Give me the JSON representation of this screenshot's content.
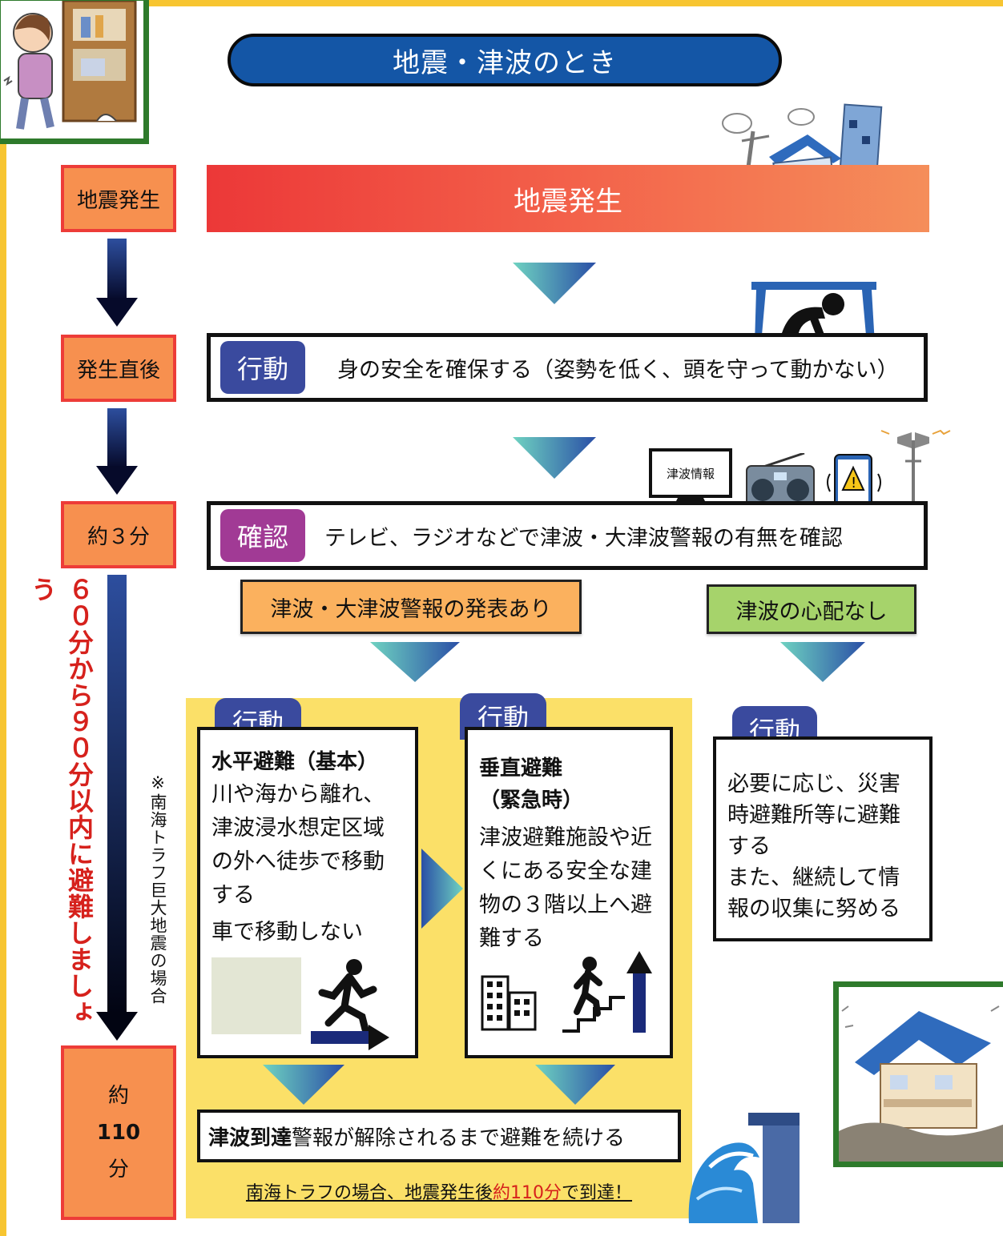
{
  "title": "地震・津波のとき",
  "banner": "地震発生",
  "timeline": {
    "t0": "地震発生",
    "t1": "発生直後",
    "t2": "約３分",
    "t3_line1": "約",
    "t3_line2": "110",
    "t3_line3": "分",
    "deadline": "６０分から９０分以内に避難しましょう",
    "note": "※南海トラフ巨大地震の場合"
  },
  "step_action": {
    "tag": "行動",
    "text": "身の安全を確保する（姿勢を低く、頭を守って動かない）"
  },
  "step_confirm": {
    "tag": "確認",
    "text": "テレビ、ラジオなどで津波・大津波警報の有無を確認",
    "tv_label": "津波情報"
  },
  "branch_yes": "津波・大津波警報の発表あり",
  "branch_no": "津波の心配なし",
  "horizontal": {
    "tag": "行動",
    "title": "水平避難（基本）",
    "lines": [
      "川や海から離れ、",
      "津波浸水想定区域",
      "の外へ徒歩で移動",
      "する",
      "車で移動しない"
    ]
  },
  "vertical": {
    "tag": "行動",
    "title_line1": "垂直避難",
    "title_line2": "（緊急時）",
    "lines": [
      "津波避難施設や近",
      "くにある安全な建",
      "物の３階以上へ避",
      "難する"
    ]
  },
  "no_tsunami": {
    "tag": "行動",
    "lines": [
      "必要に応じ、災害",
      "時避難所等に避難",
      "する",
      "また、継続して情",
      "報の収集に努める"
    ]
  },
  "arrival": {
    "bold": "津波到達",
    "text": " 警報が解除されるまで避難を続ける"
  },
  "arrival_note": {
    "pre": "南海トラフの場合、地震発生後",
    "highlight": "約110分",
    "post": "で到達！"
  },
  "colors": {
    "frame": "#f7c531",
    "side_box": "#f7904f",
    "side_border": "#ed3c38",
    "pill": "#1456a6",
    "tag_blue": "#3a4a9e",
    "tag_purple": "#a13a95",
    "orange_label": "#fbb15e",
    "green_label": "#a6d36b",
    "panel": "#fbe068",
    "alert_red": "#d6211c"
  }
}
